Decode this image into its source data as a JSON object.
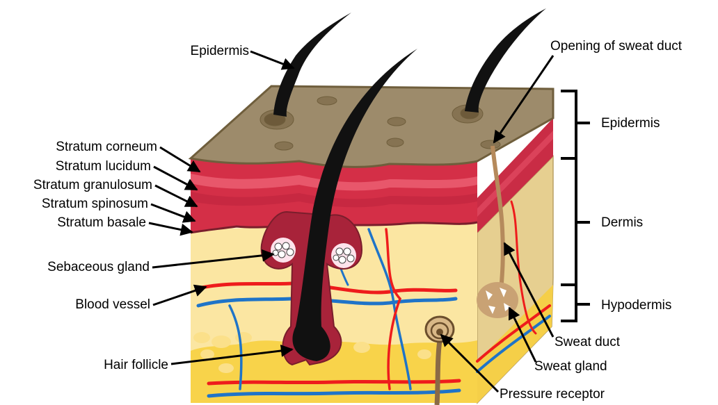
{
  "labels": {
    "epidermis_top": "Epidermis",
    "opening_of_sweat_duct": "Opening of sweat duct",
    "stratum_corneum": "Stratum corneum",
    "stratum_lucidum": "Stratum lucidum",
    "stratum_granulosum": "Stratum granulosum",
    "stratum_spinosum": "Stratum spinosum",
    "stratum_basale": "Stratum basale",
    "sebaceous_gland": "Sebaceous gland",
    "blood_vessel": "Blood vessel",
    "hair_follicle": "Hair follicle",
    "pressure_receptor": "Pressure receptor",
    "sweat_gland": "Sweat gland",
    "sweat_duct": "Sweat duct"
  },
  "layers": {
    "epidermis": "Epidermis",
    "dermis": "Dermis",
    "hypodermis": "Hypodermis"
  },
  "colors": {
    "surface": "#9c8a6a",
    "epidermis_red": "#d9344c",
    "dermis": "#fae7a0",
    "hypodermis": "#f9d24a",
    "side": "#e2c98b",
    "hair": "#111111",
    "follicle": "#a8233a",
    "artery": "#ee1c1c",
    "vein": "#1f74c8",
    "duct": "#b58a5c"
  }
}
